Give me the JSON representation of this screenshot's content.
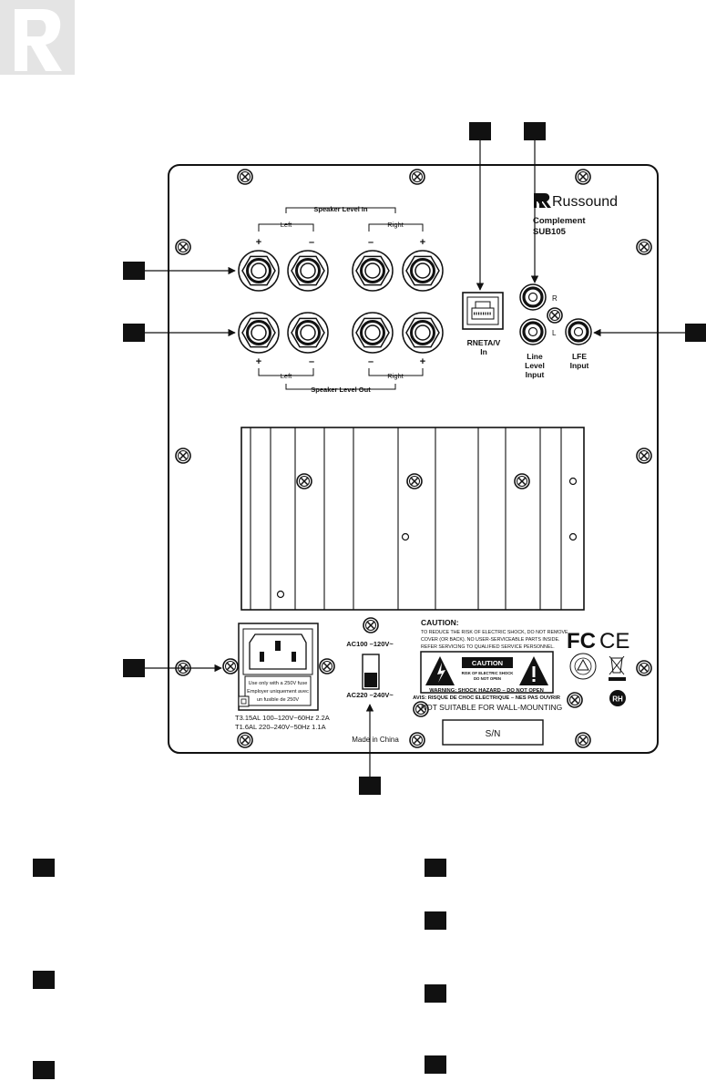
{
  "brand": {
    "name": "Russound",
    "model_line1": "Complement",
    "model_line2": "SUB105"
  },
  "speaker_level_in": {
    "title": "Speaker Level In",
    "left": "Left",
    "right": "Right",
    "polarity": [
      "+",
      "–",
      "–",
      "+"
    ]
  },
  "speaker_level_out": {
    "title": "Speaker Level Out",
    "left": "Left",
    "right": "Right",
    "polarity": [
      "+",
      "–",
      "–",
      "+"
    ]
  },
  "rneta": {
    "line1": "RNETA/V",
    "line2": "In"
  },
  "line_level_input": {
    "r": "R",
    "l": "L",
    "line1": "Line",
    "line2": "Level",
    "line3": "Input"
  },
  "lfe_input": {
    "line1": "LFE",
    "line2": "Input"
  },
  "power": {
    "fuse_line1": "Use only with a 250V fuse",
    "fuse_line2": "Employer uniquement avec",
    "fuse_line3": "un fusible de 250V",
    "rating_line1": "T3.15AL 100–120V~60Hz 2.2A",
    "rating_line2": "T1.6AL 220–240V~50Hz 1.1A"
  },
  "voltage_switch": {
    "upper": "AC100 –120V~",
    "lower": "AC220 –240V~"
  },
  "made_in": "Made in China",
  "caution": {
    "title": "CAUTION:",
    "line1": "TO REDUCE THE RISK OF ELECTRIC SHOCK, DO NOT REMOVE",
    "line2": "COVER (OR BACK). NO USER-SERVICEABLE PARTS INSIDE.",
    "line3": "REFER SERVICING TO QUALIFIED SERVICE PERSONNEL.",
    "box_label": "CAUTION",
    "box_sub1": "RISK OF ELECTRIC SHOCK",
    "box_sub2": "DO NOT OPEN",
    "warning": "WARNING: SHOCK HAZARD – DO NOT OPEN",
    "avis": "AVIS: RISQUE DE CHOC ELECTRIQUE – NES PAS OUVRIR"
  },
  "wall_mount": "NOT SUITABLE FOR WALL-MOUNTING",
  "serial_label": "S/N",
  "cert": {
    "fcc": "FC",
    "ce": "CE",
    "rh": "RH"
  },
  "colors": {
    "ink": "#111111",
    "logo_gray": "#e4e4e4",
    "panel_bg": "#ffffff"
  }
}
